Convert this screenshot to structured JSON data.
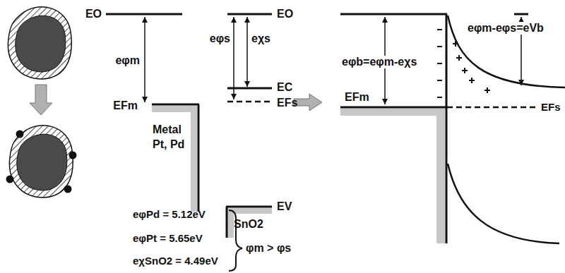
{
  "diagram": {
    "labels": [
      "EO",
      "eφm",
      "EFm",
      "Metal",
      "Pt, Pd",
      "EO",
      "eφs",
      "eχs",
      "EC",
      "EFs",
      "EV",
      "SnO2",
      "eφPd = 5.12eV",
      "eφPt = 5.65eV",
      "eχSnO2 = 4.49eV",
      "φm > φs",
      "eφb=eφm-eχs",
      "eφm-eφs=eVb",
      "EFm",
      "EFs"
    ]
  }
}
